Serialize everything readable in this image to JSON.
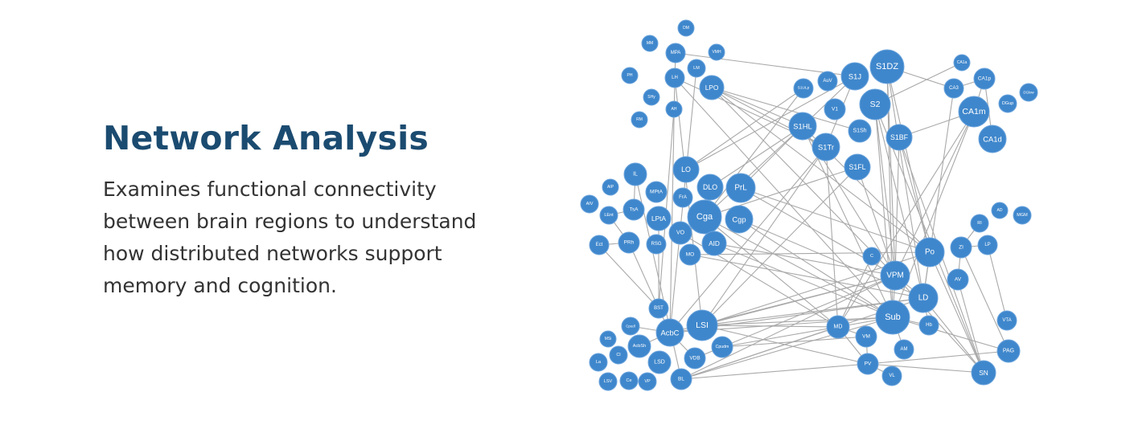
{
  "section": {
    "title": "Network Analysis",
    "description": "Examines functional connectivity between brain regions to understand how distributed networks support memory and cognition."
  },
  "colors": {
    "title": "#1b4b70",
    "node_fill": "#3f87cc",
    "edge": "#a9a9a9"
  },
  "graph": {
    "nodes": [
      "DM",
      "MM",
      "MPA",
      "VMH",
      "LM",
      "LH",
      "LPO",
      "PH",
      "SHy",
      "AH",
      "RM",
      "S1ULp",
      "AuV",
      "S1J",
      "S1DZ",
      "V1",
      "S2",
      "S1HL",
      "S1Sh",
      "S1Tr",
      "S1BF",
      "S1FL",
      "CA1a",
      "CA3",
      "CA1p",
      "CA1m",
      "CA1d",
      "DGlow",
      "DGup",
      "IL",
      "AIP",
      "AIV",
      "LEnt",
      "TsA",
      "MPtA",
      "FrA",
      "LO",
      "DLO",
      "PrL",
      "Cga",
      "Cgp",
      "LPtA",
      "VO",
      "AID",
      "MO",
      "Ect",
      "PRh",
      "RSG",
      "BST",
      "Cpudl",
      "AcbC",
      "LSI",
      "Cpudm",
      "AcbSh",
      "MSi",
      "Cl",
      "La",
      "LSD",
      "VDB",
      "BL",
      "LSV",
      "Ce",
      "VP",
      "C",
      "Po",
      "VPM",
      "LD",
      "Sub",
      "MD",
      "VM",
      "Hb",
      "AM",
      "PV",
      "VL",
      "SN",
      "PAG",
      "VTA",
      "AV",
      "ZI",
      "LP",
      "RI",
      "AD",
      "MGM"
    ],
    "edges": [
      [
        "MPA",
        "S1J"
      ],
      [
        "MPA",
        "LH"
      ],
      [
        "LPO",
        "S1HL"
      ],
      [
        "LPO",
        "S1Sh"
      ],
      [
        "LPO",
        "S1Tr"
      ],
      [
        "LPO",
        "Po"
      ],
      [
        "LPO",
        "VPM"
      ],
      [
        "LH",
        "AcbC"
      ],
      [
        "LH",
        "LSI"
      ],
      [
        "LH",
        "Sub"
      ],
      [
        "LH",
        "S1Tr"
      ],
      [
        "LM",
        "AcbC"
      ],
      [
        "AH",
        "BST"
      ],
      [
        "S1ULp",
        "Cga"
      ],
      [
        "S1ULp",
        "LO"
      ],
      [
        "S1J",
        "S1HL"
      ],
      [
        "S1J",
        "S1Tr"
      ],
      [
        "S1J",
        "LO"
      ],
      [
        "S1DZ",
        "CA3"
      ],
      [
        "S1DZ",
        "Sub"
      ],
      [
        "S1DZ",
        "VPM"
      ],
      [
        "S1DZ",
        "LD"
      ],
      [
        "S1DZ",
        "Po"
      ],
      [
        "S2",
        "Sub"
      ],
      [
        "S2",
        "VPM"
      ],
      [
        "S2",
        "LD"
      ],
      [
        "S2",
        "SN"
      ],
      [
        "S2",
        "CA1a"
      ],
      [
        "S1HL",
        "Cga"
      ],
      [
        "S1HL",
        "PrL"
      ],
      [
        "S1HL",
        "DLO"
      ],
      [
        "S1HL",
        "VPM"
      ],
      [
        "S1HL",
        "Po"
      ],
      [
        "S1HL",
        "Sub"
      ],
      [
        "S1Tr",
        "MD"
      ],
      [
        "S1Tr",
        "AcbC"
      ],
      [
        "S1Tr",
        "LSI"
      ],
      [
        "S1BF",
        "VPM"
      ],
      [
        "S1BF",
        "Po"
      ],
      [
        "S1BF",
        "CA1m"
      ],
      [
        "S1BF",
        "SN"
      ],
      [
        "S1FL",
        "Cga"
      ],
      [
        "S1FL",
        "VPM"
      ],
      [
        "S1FL",
        "LSI"
      ],
      [
        "CA1m",
        "Sub"
      ],
      [
        "CA1m",
        "MD"
      ],
      [
        "CA1m",
        "VPM"
      ],
      [
        "CA1m",
        "CA1p"
      ],
      [
        "CA1p",
        "CA1d"
      ],
      [
        "CA1p",
        "CA3"
      ],
      [
        "CA3",
        "LD"
      ],
      [
        "PrL",
        "Po"
      ],
      [
        "PrL",
        "VPM"
      ],
      [
        "Cgp",
        "LD"
      ],
      [
        "Cgp",
        "Sub"
      ],
      [
        "AID",
        "Sub"
      ],
      [
        "AID",
        "VPM"
      ],
      [
        "MO",
        "Po"
      ],
      [
        "MO",
        "LD"
      ],
      [
        "VO",
        "MD"
      ],
      [
        "Cga",
        "Sub"
      ],
      [
        "Cga",
        "MD"
      ],
      [
        "IL",
        "TsA"
      ],
      [
        "IL",
        "BL"
      ],
      [
        "TsA",
        "LEnt"
      ],
      [
        "LEnt",
        "PRh"
      ],
      [
        "Ect",
        "PRh"
      ],
      [
        "PRh",
        "BST"
      ],
      [
        "Ect",
        "BST"
      ],
      [
        "LPtA",
        "BST"
      ],
      [
        "LSI",
        "Sub"
      ],
      [
        "LSI",
        "VPM"
      ],
      [
        "LSI",
        "LD"
      ],
      [
        "LSI",
        "Po"
      ],
      [
        "LSI",
        "MD"
      ],
      [
        "LSI",
        "PV"
      ],
      [
        "AcbC",
        "Sub"
      ],
      [
        "AcbC",
        "LD"
      ],
      [
        "AcbC",
        "VPM"
      ],
      [
        "AcbC",
        "BST"
      ],
      [
        "AcbC",
        "Cpudl"
      ],
      [
        "AcbC",
        "AcbSh"
      ],
      [
        "AcbC",
        "VDB"
      ],
      [
        "Cpudm",
        "Sub"
      ],
      [
        "Cpudm",
        "VM"
      ],
      [
        "BL",
        "Sub"
      ],
      [
        "BL",
        "PV"
      ],
      [
        "BL",
        "VPM"
      ],
      [
        "BL",
        "MD"
      ],
      [
        "BL",
        "LD"
      ],
      [
        "VDB",
        "VPM"
      ],
      [
        "ZI",
        "RI"
      ],
      [
        "ZI",
        "LP"
      ],
      [
        "ZI",
        "AV"
      ],
      [
        "ZI",
        "PAG"
      ],
      [
        "LP",
        "VTA"
      ],
      [
        "AV",
        "SN"
      ],
      [
        "Po",
        "SN"
      ],
      [
        "LD",
        "SN"
      ],
      [
        "VPM",
        "SN"
      ],
      [
        "Sub",
        "PAG"
      ],
      [
        "PV",
        "SN"
      ],
      [
        "PV",
        "VL"
      ],
      [
        "PV",
        "PAG"
      ],
      [
        "MD",
        "VM"
      ],
      [
        "VM",
        "PV"
      ],
      [
        "Hb",
        "Sub"
      ],
      [
        "AM",
        "Sub"
      ],
      [
        "LD",
        "Hb"
      ],
      [
        "C",
        "MD"
      ],
      [
        "VPM",
        "LD"
      ],
      [
        "Sub",
        "VPM"
      ],
      [
        "Po",
        "LD"
      ],
      [
        "MD",
        "PV"
      ]
    ]
  }
}
